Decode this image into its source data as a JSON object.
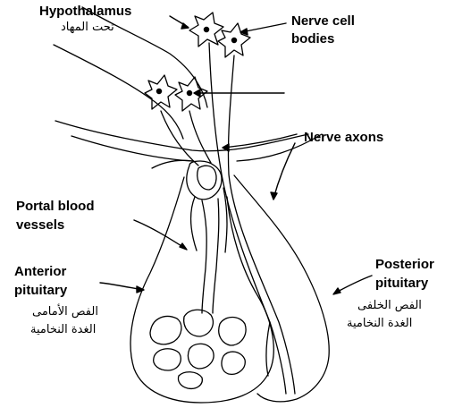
{
  "labels": {
    "hypothalamus": "Hypothalamus",
    "hypothalamus_ar": "تحت المهاد",
    "nerve_cell_bodies_1": "Nerve cell",
    "nerve_cell_bodies_2": "bodies",
    "nerve_axons": "Nerve axons",
    "portal_1": "Portal blood",
    "portal_2": "vessels",
    "anterior_1": "Anterior",
    "anterior_2": "pituitary",
    "anterior_ar_1": "الفص الأمامى",
    "anterior_ar_2": "الغدة النخامية",
    "posterior_1": "Posterior",
    "posterior_2": "pituitary",
    "posterior_ar_1": "الفص الخلفى",
    "posterior_ar_2": "الغدة النخامية"
  },
  "colors": {
    "ink": "#000000",
    "background": "#ffffff"
  }
}
